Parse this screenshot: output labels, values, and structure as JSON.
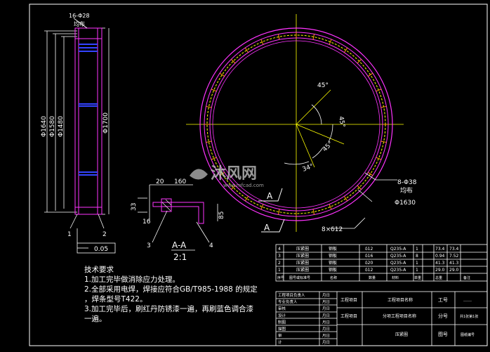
{
  "colors": {
    "background": "#000000",
    "border": "#ffffff",
    "outline_magenta": "#ff33ff",
    "centerline_yellow": "#ffff00",
    "blue": "#3344ff",
    "dim_white": "#ffffff",
    "accent_orange": "#ff9900"
  },
  "side_view": {
    "top_label": "16-Φ28",
    "top_note": "均布",
    "dims": [
      "Φ1640",
      "Φ1580",
      "Φ1480",
      "Φ1700"
    ],
    "leaders": [
      "1",
      "2"
    ],
    "tolerance_box": "0.05"
  },
  "plan_view": {
    "angles": [
      "45°",
      "45°",
      "45°",
      "34°"
    ],
    "hole_note": "8-Φ38",
    "hole_note2": "均布",
    "outer_dia": "Φ1630",
    "slot_note": "8×δ12",
    "section_letter": "A"
  },
  "section_detail": {
    "dims": [
      "20",
      "160",
      "33",
      "16",
      "85"
    ],
    "title": "A-A",
    "scale": "2:1",
    "leaders": [
      "3",
      "4"
    ]
  },
  "tech_requirements": {
    "heading": "技术要求",
    "items": [
      "1.加工完毕做消除应力处理。",
      "2.全部采用电焊，焊接应符合GB/T985-1988 的规定",
      "  ，焊条型号T422。",
      "3.加工完毕后，刷红丹防锈漆一遍，再刷蓝色调合漆",
      "  一遍。"
    ]
  },
  "watermark": {
    "brand": "沐风网",
    "url": "www.mfcad.com"
  },
  "bom_rows": [
    {
      "no": "4",
      "name": "压紧圈",
      "mat": "钢板",
      "spec": "δ12",
      "std": "Q235-A",
      "qty": "1",
      "w1": "73.4",
      "w2": "73.4"
    },
    {
      "no": "3",
      "name": "压紧圈",
      "mat": "钢板",
      "spec": "δ16",
      "std": "Q235-A",
      "qty": "8",
      "w1": "0.94",
      "w2": "7.52"
    },
    {
      "no": "2",
      "name": "压紧圈",
      "mat": "钢板",
      "spec": "δ20",
      "std": "Q235-A",
      "qty": "1",
      "w1": "41.3",
      "w2": "41.3"
    },
    {
      "no": "1",
      "name": "压紧圈",
      "mat": "钢板",
      "spec": "δ12",
      "std": "Q235-A",
      "qty": "1",
      "w1": "29.0",
      "w2": "29.0"
    }
  ],
  "bom_header": [
    "序号",
    "图号或标准号",
    "名称",
    "数量",
    "材料",
    "单重",
    "总重",
    "备注"
  ],
  "title_block": {
    "roles": [
      "工程项目负责人",
      "专业负责人",
      "审核",
      "设计",
      "制图",
      "描图",
      "审",
      "计"
    ],
    "date_label": "月日",
    "project_label": "工程项目",
    "project_name": "工程项目名称",
    "drawing_label": "分项工程项目名称",
    "part_name": "压紧圈",
    "page_label": "工号",
    "sub_label": "分号",
    "sheet_label": "图号",
    "page_value": "……",
    "sub_value": "共1张第1张",
    "sheet_value": "图纸编号"
  }
}
